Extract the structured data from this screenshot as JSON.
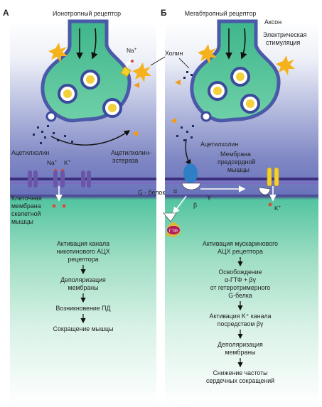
{
  "panels": {
    "left": {
      "letter": "А",
      "title": "Ионотропный рецептор",
      "labels": {
        "na": "Na",
        "na_sup": "+",
        "acetylcholine": "Ацетилхолин",
        "esterase_1": "Ацетилхолин-",
        "esterase_2": "эстераза",
        "channel_na": "Na",
        "channel_na_sup": "+",
        "channel_k": "K",
        "channel_k_sup": "+",
        "membrane_1": "Клеточная",
        "membrane_2": "мембрана",
        "membrane_3": "скелетной",
        "membrane_4": "мышцы"
      },
      "flow": [
        [
          "Активация канала",
          "никотинового АЦХ",
          "рецептора"
        ],
        [
          "Деполяризация",
          "мембраны"
        ],
        [
          "Возникновение ПД"
        ],
        [
          "Сокращение мышцы"
        ]
      ]
    },
    "right": {
      "letter": "Б",
      "title": "Мегабтропный рецептор",
      "labels": {
        "axon": "Аксон",
        "stim_1": "Электрическая",
        "stim_2": "стимуляция",
        "choline": "Холин",
        "acetylcholine": "Ацетилхолин",
        "membrane_1": "Мембрана",
        "membrane_2": "предсердной",
        "membrane_3": "мышцы",
        "g_protein": "G - белок",
        "alpha": "α",
        "beta": "β",
        "gamma": "γ",
        "k": "K",
        "k_sup": "+",
        "gtp": "ГТФ"
      },
      "flow": [
        [
          "Активация мускаринового",
          "АЦХ рецептора"
        ],
        [
          "Освобождение",
          "α-ГТФ + βγ",
          "от гетеротримерного",
          "G-белка"
        ],
        [
          "Активация K⁺ канала",
          "посредством βγ"
        ],
        [
          "Деполяризация",
          "мембраны"
        ],
        [
          "Снижение частоты",
          "сердечных сокращений"
        ]
      ]
    }
  },
  "colors": {
    "terminal_fill": "#55c39a",
    "terminal_border": "#4a5aa8",
    "vesicle_ring": "#3b4a9c",
    "vesicle_core": "#f2d13a",
    "spark": "#f6b21c",
    "esterase": "#f29a1c",
    "nicotinic_receptor": "#6a55a8",
    "muscarinic_receptor": "#2f7fc7",
    "k_channel": "#f3d12a",
    "gtp_fill": "#b0195a"
  }
}
